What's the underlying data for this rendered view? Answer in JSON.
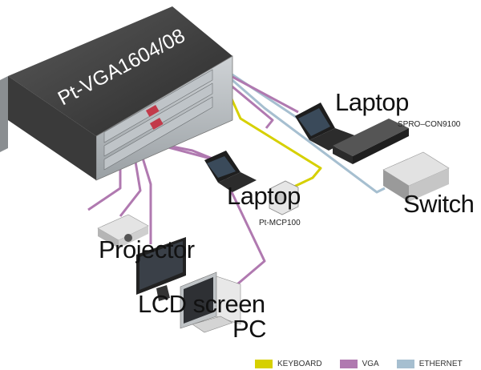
{
  "device": {
    "model": "Pt-VGA1604/08"
  },
  "labels": {
    "laptop_right": "Laptop",
    "laptop_center": "Laptop",
    "spro": "SPRO–CON9100",
    "switch": "Switch",
    "mcp": "Pt-MCP100",
    "projector": "Projector",
    "lcd": "LCD screen",
    "pc": "PC"
  },
  "legend": [
    {
      "label": "KEYBOARD",
      "color": "#d6d000"
    },
    {
      "label": "VGA",
      "color": "#b079b0"
    },
    {
      "label": "ETHERNET",
      "color": "#a6bfd0"
    }
  ],
  "colors": {
    "keyboard": "#d6d000",
    "vga": "#b079b0",
    "ethernet": "#a6bfd0"
  }
}
